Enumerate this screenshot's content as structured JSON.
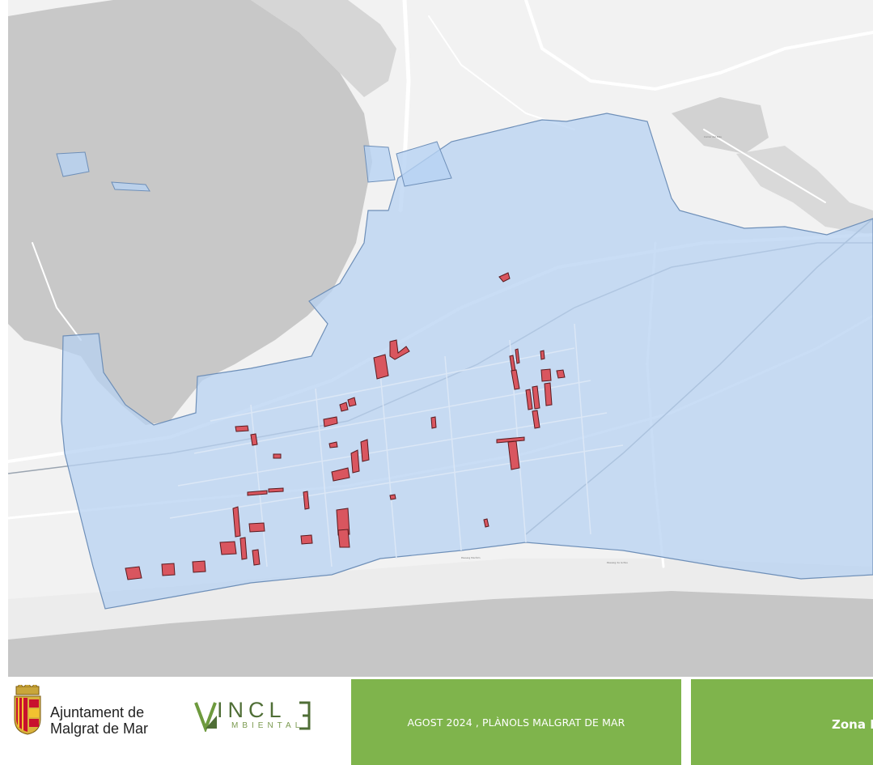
{
  "map": {
    "basemap_colors": {
      "land": "#f2f2f2",
      "forest": "#c8c8c8",
      "sea": "#c6c6c6",
      "beach": "#ececec",
      "road": "#ffffff"
    },
    "zone_fill": "#b7d2f2",
    "zone_stroke": "#6e8fb8",
    "plot_fill": "#d9565f",
    "plot_stroke": "#5a1a1f"
  },
  "footer": {
    "ajuntament_line1": "Ajuntament de",
    "ajuntament_line2": "Malgrat de Mar",
    "vincle_word": "INCL",
    "vincle_sub": "MBIENTAL",
    "date_label": "AGOST 2024 , PLÀNOLS MALGRAT DE MAR",
    "zone_label": "Zona I",
    "brand_green": "#7fb44c"
  }
}
